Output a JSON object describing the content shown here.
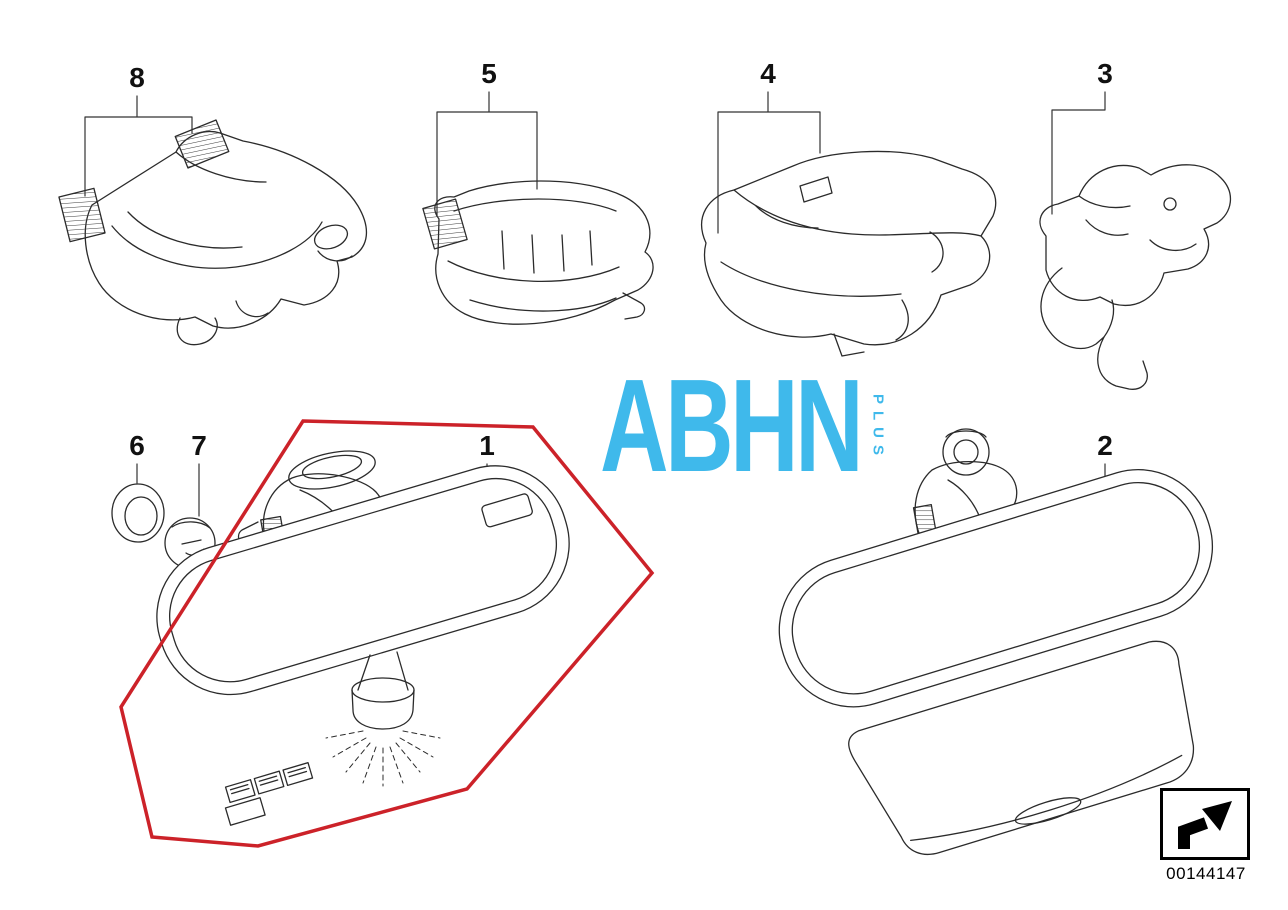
{
  "diagram": {
    "type": "parts-diagram",
    "background": "#ffffff",
    "line_color": "#2b2b2b"
  },
  "callouts": {
    "c8": {
      "label": "8"
    },
    "c5": {
      "label": "5"
    },
    "c4": {
      "label": "4"
    },
    "c3": {
      "label": "3"
    },
    "c6": {
      "label": "6"
    },
    "c7": {
      "label": "7"
    },
    "c1": {
      "label": "1"
    },
    "c2": {
      "label": "2"
    }
  },
  "highlight": {
    "color": "#cc2229",
    "highlighted_callout": "1"
  },
  "watermark": {
    "text": "ABHN",
    "subtext": "PLUS",
    "color": "#35b6ea"
  },
  "footer": {
    "part_number": "00144147"
  }
}
